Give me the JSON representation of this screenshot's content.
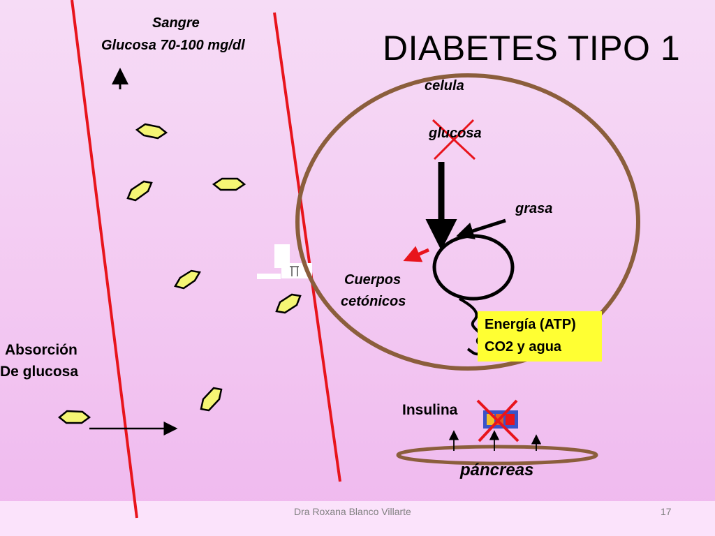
{
  "title": "DIABETES TIPO 1",
  "blood": {
    "label": "Sangre",
    "glucose_range": "Glucosa 70-100 mg/dl"
  },
  "cell": {
    "label": "celula",
    "glucose": "glucosa",
    "fat": "grasa",
    "ketones_line1": "Cuerpos",
    "ketones_line2": "cetónicos",
    "energy_line1": "Energía (ATP)",
    "energy_line2": "CO2 y agua"
  },
  "absorption": {
    "line1": "Absorción",
    "line2": "De glucosa"
  },
  "pancreas": {
    "insulin": "Insulina",
    "label": "páncreas"
  },
  "footer": {
    "author": "Dra Roxana Blanco Villarte",
    "page": "17"
  },
  "colors": {
    "vessel_wall": "#e8141c",
    "cell_membrane": "#8b5e3c",
    "glucose_fill": "#f5f574",
    "energy_box": "#ffff33",
    "cross": "#e8141c"
  }
}
